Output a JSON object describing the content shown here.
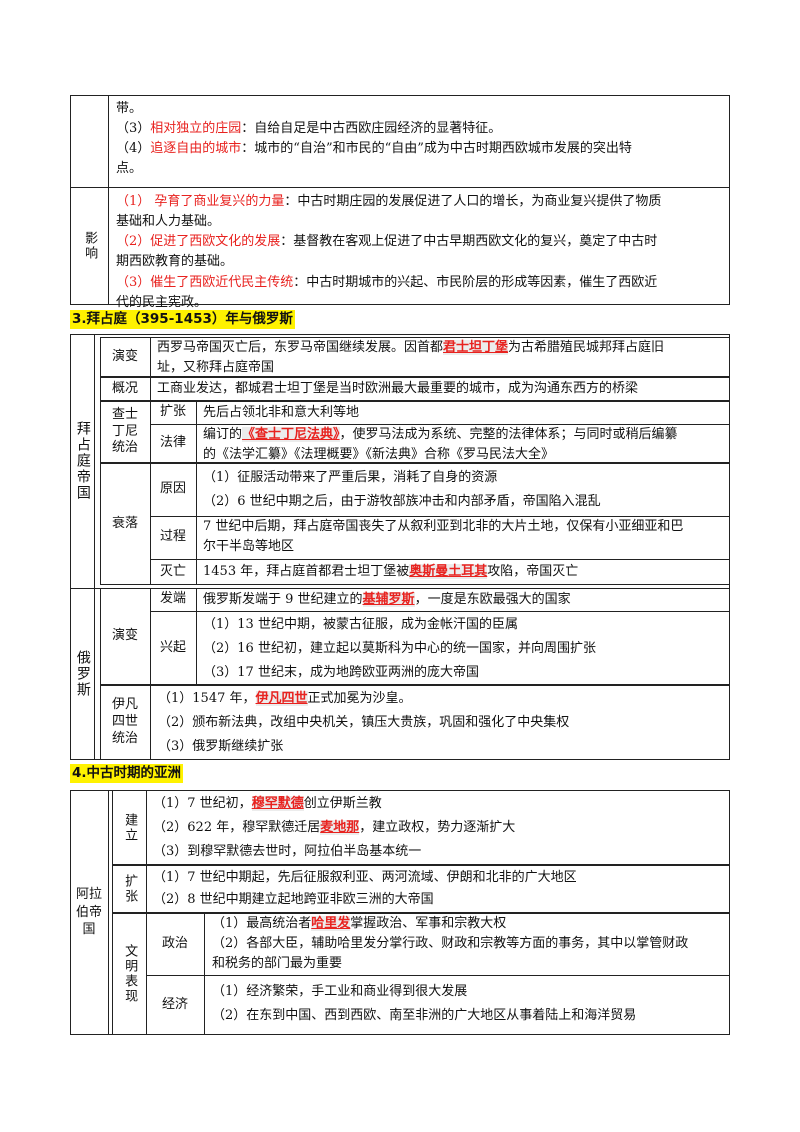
{
  "part1": {
    "row1": {
      "l0": "带。",
      "l1_num": "（3）",
      "l1_red": "相对独立的庄园",
      "l1_rest": "：自给自足是中古西欧庄园经济的显著特征。",
      "l2_num": "（4）",
      "l2_red": "追逐自由的城市",
      "l2_rest": "：城市的“自治”和市民的“自由”成为中古时期西欧城市发展的突出特",
      "l3": "点。"
    },
    "row2_label": "影响",
    "row2": {
      "a_num": "（1）",
      "a_red": " 孕育了商业复兴的力量",
      "a_rest": "：中古时期庄园的发展促进了人口的增长，为商业复兴提供了物质",
      "a_rest2": "基础和人力基础。",
      "b_num": "（2）",
      "b_red": "促进了西欧文化的发展",
      "b_rest": "：基督教在客观上促进了中古早期西欧文化的复兴，奠定了中古时",
      "b_rest2": "期西欧教育的基础。",
      "c_num": "（3）",
      "c_red": "催生了西欧近代民主传统",
      "c_rest": "：中古时期城市的兴起、市民阶层的形成等因素，催生了西欧近",
      "c_rest2": "代的民主宪政。"
    }
  },
  "section3": {
    "heading": "3.拜占庭（395-1453）年与俄罗斯",
    "byz_label": "拜占庭帝国",
    "evolve_label": "演变",
    "evolve_l1a": "西罗马帝国灭亡后，东罗马帝国继续发展。因首都",
    "evolve_kw": "君士坦丁堡",
    "evolve_l1b": "为古希腊殖民城邦拜占庭旧",
    "evolve_l2": "址，又称拜占庭帝国",
    "overview_label": "概况",
    "overview": "工商业发达，都城君士坦丁堡是当时欧洲最大最重要的城市，成为沟通东西方的桥梁",
    "justinian_label": "查士丁尼统治",
    "expand_label": "扩张",
    "expand": "先后占领北非和意大利等地",
    "law_label": "法律",
    "law_a": "编订的",
    "law_kw": "《查士丁尼法典》",
    "law_b": "，使罗马法成为系统、完整的法律体系；与同时或稍后编纂",
    "law_l2": "的《法学汇纂》《法理概要》《新法典》合称《罗马民法大全》",
    "decline_label": "衰落",
    "cause_label": "原因",
    "cause1": "（1）征服活动带来了严重后果，消耗了自身的资源",
    "cause2": "（2）6 世纪中期之后，由于游牧部族冲击和内部矛盾，帝国陷入混乱",
    "process_label": "过程",
    "process_l1": "7 世纪中后期，拜占庭帝国丧失了从叙利亚到北非的大片土地，仅保有小亚细亚和巴",
    "process_l2": "尔干半岛等地区",
    "fall_label": "灭亡",
    "fall_a": "1453 年，拜占庭首都君士坦丁堡被",
    "fall_kw": "奥斯曼土耳其",
    "fall_b": "攻陷，帝国灭亡",
    "russia_label": "俄罗斯",
    "r_evolve_label": "演变",
    "origin_label": "发端",
    "origin_a": "俄罗斯发端于 9 世纪建立的",
    "origin_kw": "基辅罗斯",
    "origin_b": "，一度是东欧最强大的国家",
    "rise_label": "兴起",
    "rise1": "（1）13 世纪中期，被蒙古征服，成为金帐汗国的臣属",
    "rise2": "（2）16 世纪初，建立起以莫斯科为中心的统一国家，并向周围扩张",
    "rise3": "（3）17 世纪末，成为地跨欧亚两洲的庞大帝国",
    "ivan_label": "伊凡四世统治",
    "ivan1_a": "（1）1547 年，",
    "ivan1_kw": "伊凡四世",
    "ivan1_b": "正式加冕为沙皇。",
    "ivan2": "（2）颁布新法典，改组中央机关，镇压大贵族，巩固和强化了中央集权",
    "ivan3": "（3）俄罗斯继续扩张"
  },
  "section4": {
    "heading": "4.中古时期的亚洲",
    "arab_label": "阿拉伯帝国",
    "found_label": "建立",
    "found1_a": "（1）7 世纪初，",
    "found1_kw": "穆罕默德",
    "found1_b": "创立伊斯兰教",
    "found2_a": "（2）622 年，穆罕默德迁居",
    "found2_kw": "麦地那",
    "found2_b": "，建立政权，势力逐渐扩大",
    "found3": "（3）到穆罕默德去世时，阿拉伯半岛基本统一",
    "exp_label": "扩张",
    "exp1": "（1）7 世纪中期起，先后征服叙利亚、两河流域、伊朗和北非的广大地区",
    "exp2": "（2）8 世纪中期建立起地跨亚非欧三洲的大帝国",
    "civ_label": "文明表现",
    "pol_label": "政治",
    "pol1_a": "（1）最高统治者",
    "pol1_kw": "哈里发",
    "pol1_b": "掌握政治、军事和宗教大权",
    "pol2_l1": "（2）各部大臣，辅助哈里发分掌行政、财政和宗教等方面的事务，其中以掌管财政",
    "pol2_l2": "和税务的部门最为重要",
    "eco_label": "经济",
    "eco1": "（1）经济繁荣，手工业和商业得到很大发展",
    "eco2": "（2）在东到中国、西到西欧、南至非洲的广大地区从事着陆上和海洋贸易"
  }
}
